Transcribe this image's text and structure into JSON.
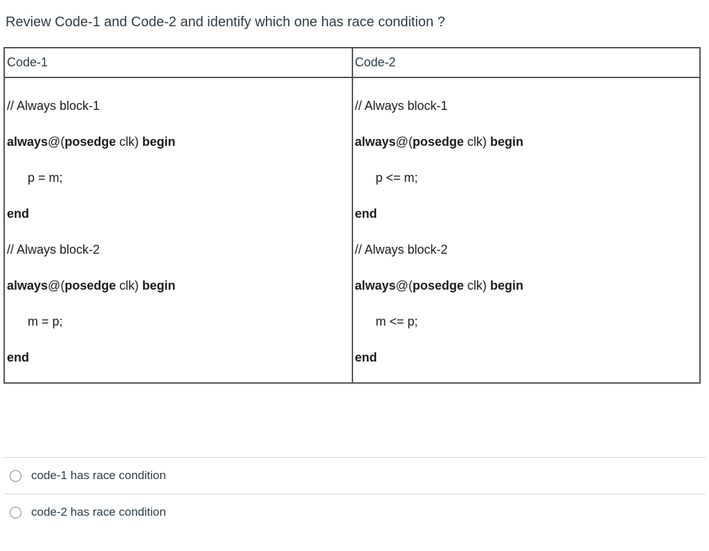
{
  "page": {
    "title": "Review Code-1 and Code-2 and identify which one has race condition ?"
  },
  "colors": {
    "text_primary": "#2D3B45",
    "code_text": "#1b1b1b",
    "table_border": "#545454",
    "option_divider": "#d8d8d8",
    "radio_border": "#878787",
    "background": "#ffffff"
  },
  "table": {
    "headers": [
      "Code-1",
      "Code-2"
    ],
    "columns": [
      {
        "name": "code-1",
        "lines": [
          {
            "indent": false,
            "segments": [
              {
                "text": "// Always block-1",
                "bold": false
              }
            ]
          },
          {
            "indent": false,
            "segments": [
              {
                "text": "always",
                "bold": true
              },
              {
                "text": "@(",
                "bold": false
              },
              {
                "text": "posedge",
                "bold": true
              },
              {
                "text": " clk) ",
                "bold": false
              },
              {
                "text": "begin",
                "bold": true
              }
            ]
          },
          {
            "indent": true,
            "segments": [
              {
                "text": "p = m;",
                "bold": false
              }
            ]
          },
          {
            "indent": false,
            "segments": [
              {
                "text": "end",
                "bold": true
              }
            ]
          },
          {
            "indent": false,
            "segments": [
              {
                "text": "// Always block-2",
                "bold": false
              }
            ]
          },
          {
            "indent": false,
            "segments": [
              {
                "text": "always",
                "bold": true
              },
              {
                "text": "@(",
                "bold": false
              },
              {
                "text": "posedge",
                "bold": true
              },
              {
                "text": " clk) ",
                "bold": false
              },
              {
                "text": "begin",
                "bold": true
              }
            ]
          },
          {
            "indent": true,
            "segments": [
              {
                "text": "m = p;",
                "bold": false
              }
            ]
          },
          {
            "indent": false,
            "segments": [
              {
                "text": "end",
                "bold": true
              }
            ]
          }
        ]
      },
      {
        "name": "code-2",
        "lines": [
          {
            "indent": false,
            "segments": [
              {
                "text": "// Always block-1",
                "bold": false
              }
            ]
          },
          {
            "indent": false,
            "segments": [
              {
                "text": "always",
                "bold": true
              },
              {
                "text": "@(",
                "bold": false
              },
              {
                "text": "posedge",
                "bold": true
              },
              {
                "text": " clk) ",
                "bold": false
              },
              {
                "text": "begin",
                "bold": true
              }
            ]
          },
          {
            "indent": true,
            "segments": [
              {
                "text": "p <= m;",
                "bold": false
              }
            ]
          },
          {
            "indent": false,
            "segments": [
              {
                "text": "end",
                "bold": true
              }
            ]
          },
          {
            "indent": false,
            "segments": [
              {
                "text": "// Always block-2",
                "bold": false
              }
            ]
          },
          {
            "indent": false,
            "segments": [
              {
                "text": "always",
                "bold": true
              },
              {
                "text": "@(",
                "bold": false
              },
              {
                "text": "posedge",
                "bold": true
              },
              {
                "text": " clk) ",
                "bold": false
              },
              {
                "text": "begin",
                "bold": true
              }
            ]
          },
          {
            "indent": true,
            "segments": [
              {
                "text": "m <= p;",
                "bold": false
              }
            ]
          },
          {
            "indent": false,
            "segments": [
              {
                "text": "end",
                "bold": true
              }
            ]
          }
        ]
      }
    ]
  },
  "options": [
    {
      "label": "code-1 has race condition",
      "selected": false
    },
    {
      "label": "code-2 has race condition",
      "selected": false
    }
  ]
}
